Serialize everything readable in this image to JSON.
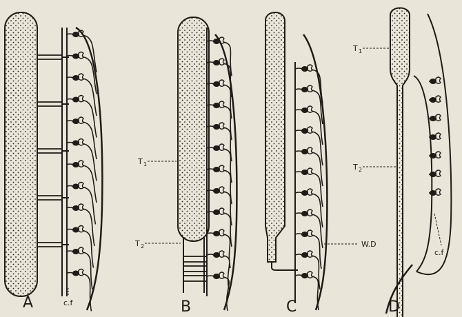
{
  "figure": {
    "panels": [
      {
        "letter": "A",
        "gonads": 5,
        "units": 12
      },
      {
        "letter": "B",
        "units": 12,
        "lower_units": 3
      },
      {
        "letter": "C",
        "units": 11
      },
      {
        "letter": "D",
        "units": 7
      }
    ],
    "labels": {
      "cf_a": "c.f",
      "t1_b": "T",
      "t1_b_sub": "1",
      "t2_b": "T",
      "t2_b_sub": "2",
      "wd_c": "W.D",
      "t1_d": "T",
      "t1_d_sub": "1",
      "t2_d": "T",
      "t2_d_sub": "2",
      "cf_d": "c.f"
    }
  },
  "colors": {
    "paper": "#e9e5d8",
    "ink": "#1f1b16"
  }
}
